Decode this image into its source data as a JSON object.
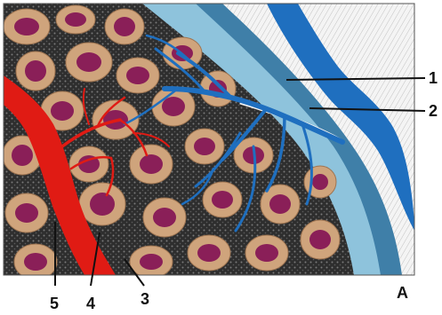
{
  "figure": {
    "panel_letter": "A",
    "callouts": [
      {
        "id": "1",
        "label": "1"
      },
      {
        "id": "2",
        "label": "2"
      },
      {
        "id": "3",
        "label": "3"
      },
      {
        "id": "4",
        "label": "4"
      },
      {
        "id": "5",
        "label": "5"
      }
    ]
  },
  "colors": {
    "background_stroma": "#3a3a3a",
    "lobule_tan": "#cfa47c",
    "lobule_core_purple": "#8a1f58",
    "capsule_light_blue": "#8ec3dc",
    "capsule_mid_blue": "#4f8fb5",
    "vein_blue": "#1f6fbf",
    "artery_red": "#e01b14",
    "outer_white": "#f4f4f4"
  }
}
